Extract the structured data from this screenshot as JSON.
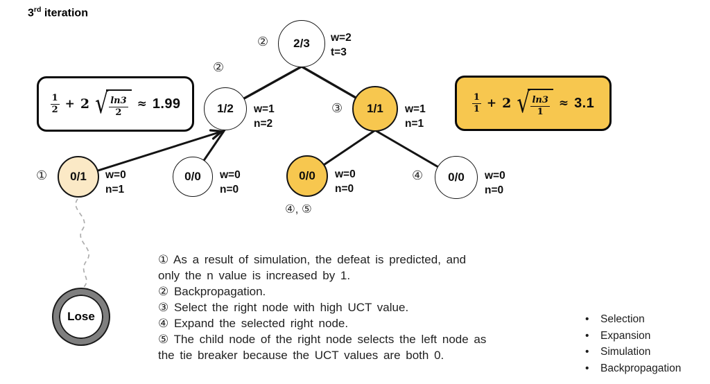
{
  "title": {
    "number": "3",
    "ordinal": "rd",
    "text": " iteration"
  },
  "colors": {
    "node_yellow": "#F7C74F",
    "node_cream": "#FBE9C6",
    "box_yellow": "#F7C74F",
    "ring_gray": "#7F7F7F",
    "dash_gray": "#ADADAD",
    "edge_black": "#141414"
  },
  "tree": {
    "nodes": [
      {
        "label": "2/3",
        "stats": [
          "w=2",
          "t=3"
        ]
      },
      {
        "label": "1/2",
        "stats": [
          "w=1",
          "n=2"
        ]
      },
      {
        "label": "1/1",
        "stats": [
          "w=1",
          "n=1"
        ]
      },
      {
        "label": "0/1",
        "stats": [
          "w=0",
          "n=1"
        ]
      },
      {
        "label": "0/0",
        "stats": [
          "w=0",
          "n=0"
        ]
      },
      {
        "label": "0/0",
        "stats": [
          "w=0",
          "n=0"
        ]
      },
      {
        "label": "0/0",
        "stats": [
          "w=0",
          "n=0"
        ]
      }
    ],
    "markers": {
      "backprop_root": "②",
      "backprop_edge": "②",
      "select_right": "③",
      "simulate_left": "①",
      "expand_right": "④",
      "expand_and_tie": "④, ⑤"
    }
  },
  "formulas": {
    "left": {
      "num": "1",
      "den": "2",
      "plus": "+",
      "coef": "2",
      "radical": "√",
      "sqrt_num": "ln3",
      "sqrt_den": "2",
      "approx": "≈",
      "result": "1.99"
    },
    "right": {
      "num": "1",
      "den": "1",
      "plus": "+",
      "coef": "2",
      "radical": "√",
      "sqrt_num": "ln3",
      "sqrt_den": "1",
      "approx": "≈",
      "result": "3.1"
    }
  },
  "simulation": {
    "outcome": "Lose"
  },
  "notes": [
    {
      "lines": [
        "① As a result of simulation, the defeat is predicted, and",
        "only the n value is increased by 1."
      ]
    },
    {
      "lines": [
        "② Backpropagation."
      ]
    },
    {
      "lines": [
        "③ Select the right node with high UCT value."
      ]
    },
    {
      "lines": [
        "④ Expand the selected right node."
      ]
    },
    {
      "lines": [
        "⑤ The child node of the right node selects the left node as",
        "the tie breaker because the UCT values are both 0."
      ]
    }
  ],
  "legend": {
    "bullet": "•",
    "items": [
      "Selection",
      "Expansion",
      "Simulation",
      "Backpropagation"
    ]
  }
}
